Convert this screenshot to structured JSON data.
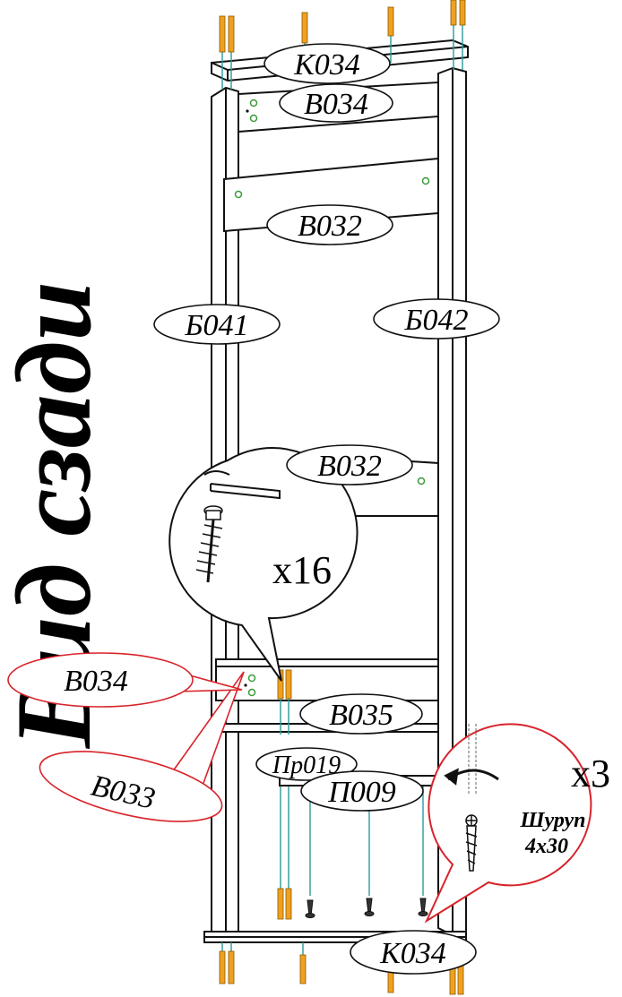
{
  "title": "Вид сзади",
  "labels": {
    "k034_top": "К034",
    "v034_top": "В034",
    "v032_upper": "В032",
    "b041": "Б041",
    "b042": "Б042",
    "v032_mid": "В032",
    "v035": "В035",
    "pr019": "Пр019",
    "p009": "П009",
    "v033_callout": "В033",
    "v034_callout": "В034",
    "k034_bottom": "К034"
  },
  "confirmat_detail": {
    "count": "x16"
  },
  "screw_detail": {
    "count": "x3",
    "name": "Шуруп",
    "size": "4x30"
  },
  "colors": {
    "line": "#111111",
    "pin_orange": "#f0a020",
    "axis_teal": "#2b9a9a",
    "callout_red": "#d8232a",
    "hole_green": "#3a9a3a"
  }
}
